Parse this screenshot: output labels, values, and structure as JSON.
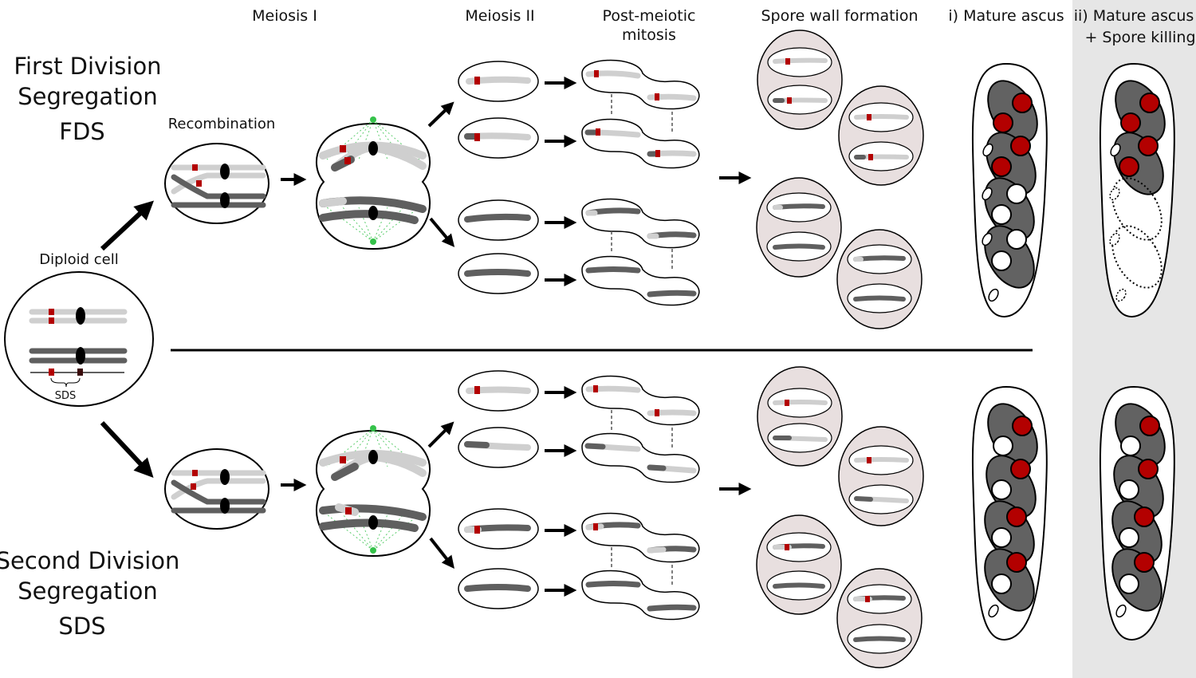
{
  "headers": {
    "meiosis1": "Meiosis I",
    "meiosis2": "Meiosis II",
    "postmeiotic_line1": "Post-meiotic",
    "postmeiotic_line2": "mitosis",
    "spore_wall": "Spore wall formation",
    "mature1": "i) Mature ascus",
    "mature2_line1": "ii) Mature ascus",
    "mature2_line2": "+ Spore killing"
  },
  "fds": {
    "line1": "First Division",
    "line2": "Segregation",
    "line3": "FDS",
    "recombination": "Recombination"
  },
  "sds": {
    "line1": "Second Division",
    "line2": "Segregation",
    "line3": "SDS",
    "recombination": ""
  },
  "diploid": {
    "label": "Diploid cell",
    "sds_label": "SDS"
  },
  "colors": {
    "light_chromosome": "#cfcfcf",
    "dark_chromosome": "#5f5f5f",
    "killer_marker": "#b30000",
    "spore_wall_fill": "#e8dfdf",
    "spindle": "#35c24a",
    "killing_panel": "#e6e6e6",
    "spore_body": "#626262"
  },
  "icons": {
    "arrow": "arrow-icon",
    "centromere": "centromere-icon"
  }
}
